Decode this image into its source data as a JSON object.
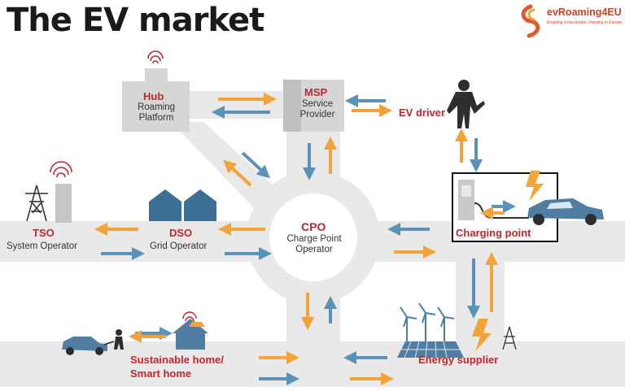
{
  "title": "The EV market",
  "logo": {
    "name": "evRoaming4EU",
    "tagline": "Enabling cross-border charging in Europe"
  },
  "nodes": {
    "hub": {
      "name": "Hub",
      "desc": "Roaming Platform"
    },
    "msp": {
      "name": "MSP",
      "desc": "Service Provider"
    },
    "ev_driver": {
      "name": "EV driver"
    },
    "cpo": {
      "name": "CPO",
      "desc": "Charge Point Operator"
    },
    "tso": {
      "name": "TSO",
      "desc": "System Operator"
    },
    "dso": {
      "name": "DSO",
      "desc": "Grid Operator"
    },
    "charging_point": {
      "name": "Charging point"
    },
    "home": {
      "name_line1": "Sustainable home/",
      "name_line2": "Smart home"
    },
    "energy_supplier": {
      "name": "Energy supplier"
    }
  },
  "colors": {
    "accent_red": "#c0272d",
    "arrow_orange": "#f2a33a",
    "arrow_blue": "#5b93b8",
    "road": "#e9e9e9"
  }
}
